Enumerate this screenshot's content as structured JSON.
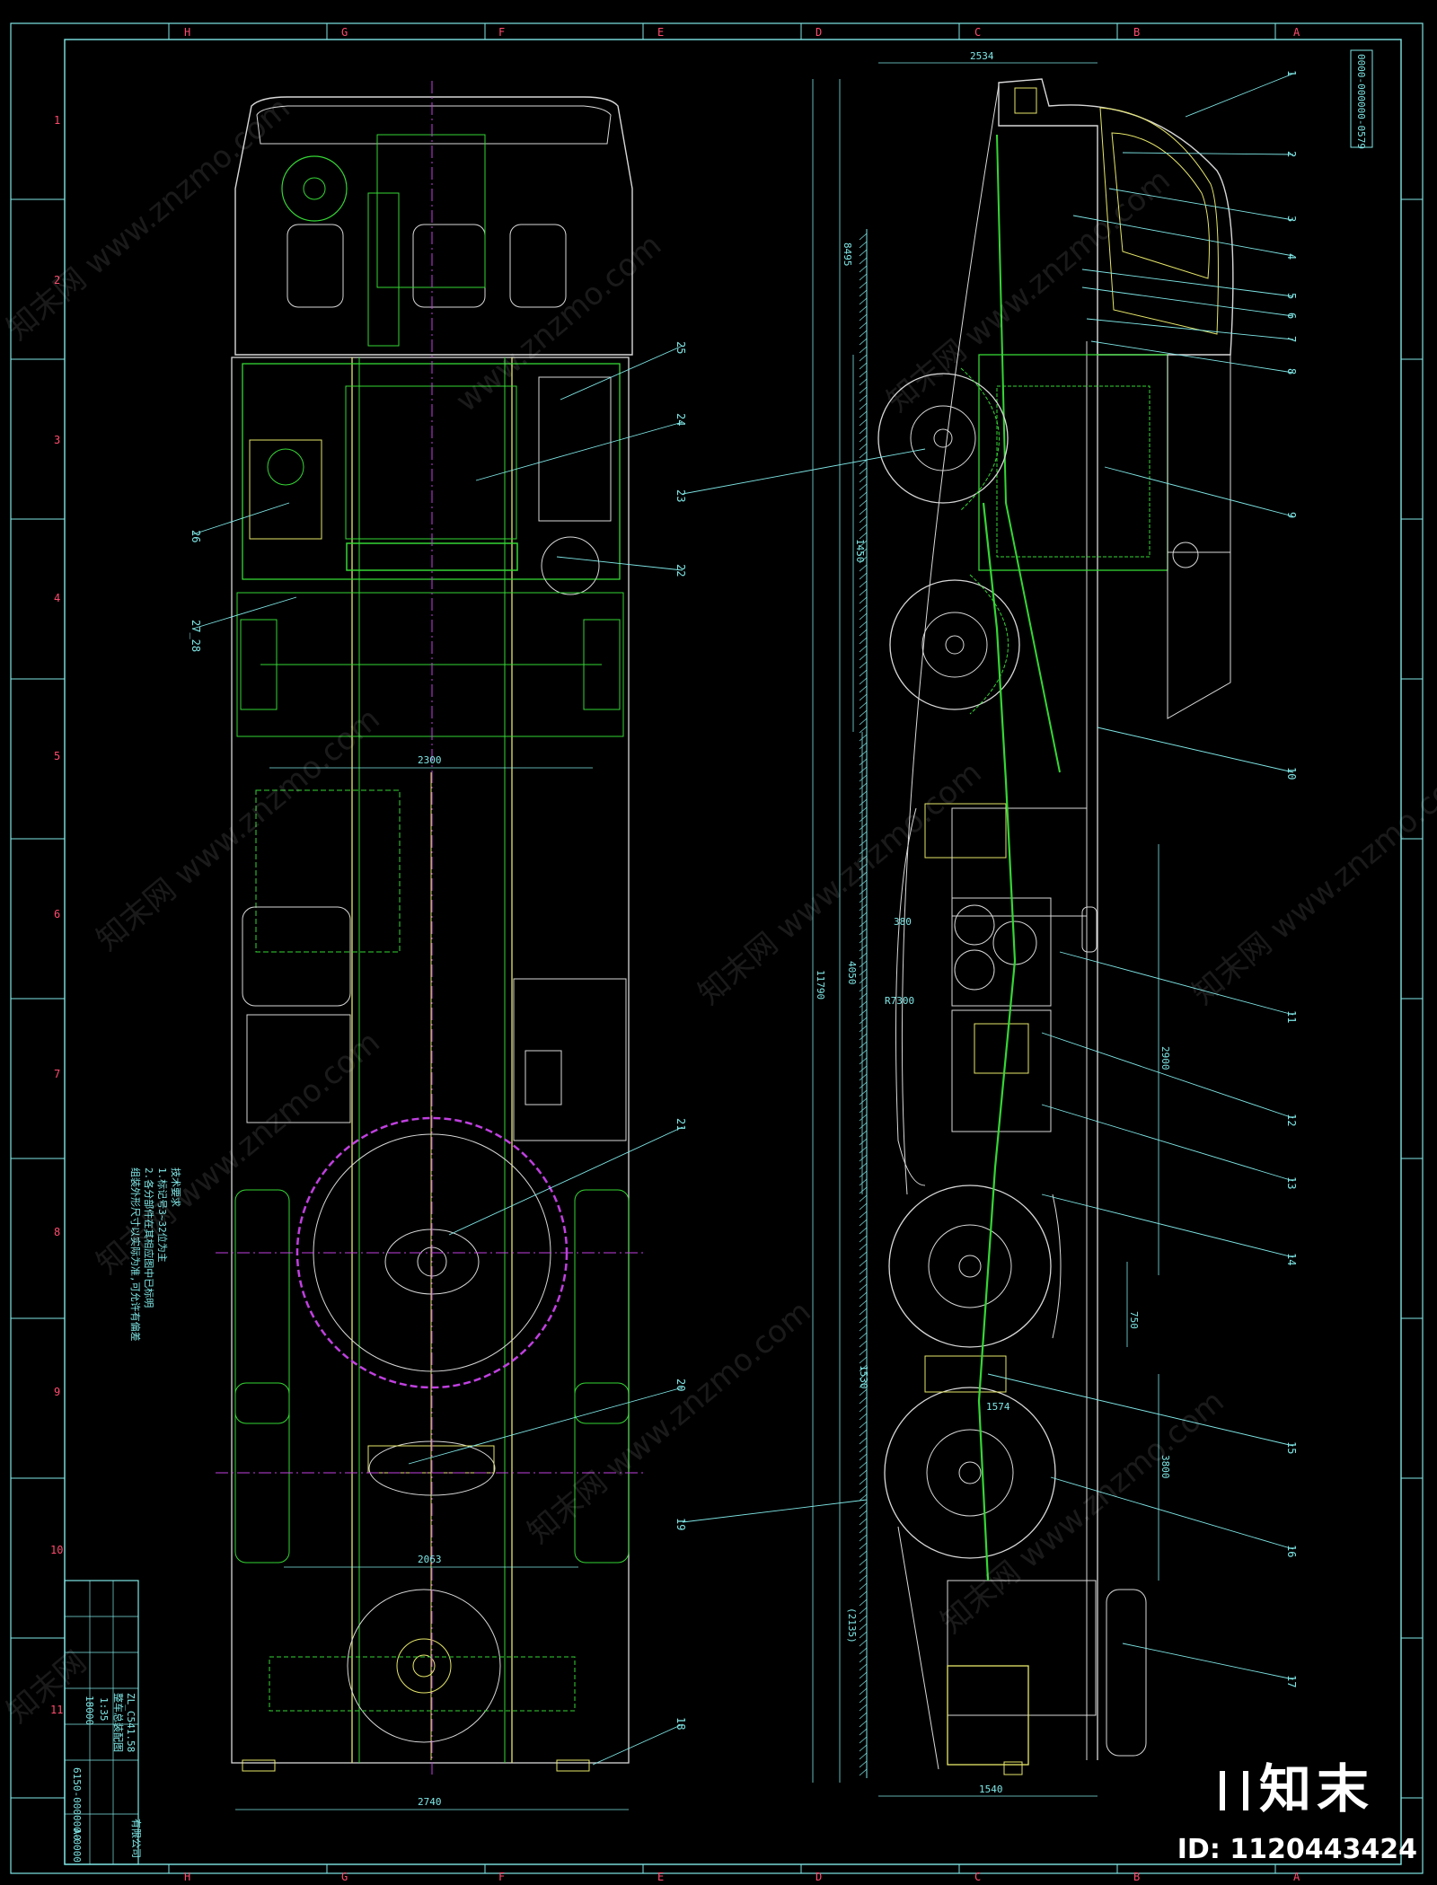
{
  "sheet": {
    "drawing_number_top": "0000-000000-0579",
    "grid_columns_top": [
      "H",
      "G",
      "F",
      "E",
      "D",
      "C",
      "B",
      "A"
    ],
    "grid_columns_bottom": [
      "H",
      "G",
      "F",
      "E",
      "D",
      "C",
      "B",
      "A"
    ],
    "grid_rows": [
      "1",
      "2",
      "3",
      "4",
      "5",
      "6",
      "7",
      "8",
      "9",
      "10",
      "11"
    ]
  },
  "plan_view": {
    "dimensions": [
      "2300",
      "2063",
      "2740"
    ],
    "balloons": [
      "25",
      "24",
      "23",
      "26",
      "22",
      "27_28",
      "21",
      "20",
      "18"
    ]
  },
  "side_view": {
    "dimensions": [
      "2534",
      "8495",
      "1450",
      "11790",
      "4050",
      "380",
      "R7300",
      "2900",
      "750",
      "1530",
      "1574",
      "3800",
      "(2135)",
      "1540"
    ],
    "balloons": [
      "1",
      "2",
      "3",
      "4",
      "5",
      "6",
      "7",
      "8",
      "9",
      "10",
      "11",
      "12",
      "13",
      "14",
      "15",
      "16",
      "17",
      "19"
    ]
  },
  "notes": {
    "lines": [
      "技术要求",
      "1.标记号3~32位为主",
      "2.各分部件在其相应图中已标明",
      "组装外形尺寸以实际为准,可允许有偏差"
    ]
  },
  "title_block": {
    "model": "ZL_C541.58",
    "name": "整车总装配图",
    "company": "有限公司",
    "drawing_number": "6150-000000-0000",
    "scale": "1:35",
    "sheet_size": "A0",
    "weight": "18000"
  },
  "watermarks": [
    "知末网 www.znzmo.com",
    "www.znzmo.com",
    "知末网"
  ],
  "brand": {
    "logo_text": "知末",
    "image_id": "ID: 1120443424"
  },
  "colors": {
    "frame": "#7fe6e6",
    "grid_text": "#ff4b6e",
    "green": "#35d635",
    "yellow": "#e6e66a",
    "magenta": "#c040e0",
    "white": "#d8d8d8",
    "leader": "#7fe6e6"
  }
}
